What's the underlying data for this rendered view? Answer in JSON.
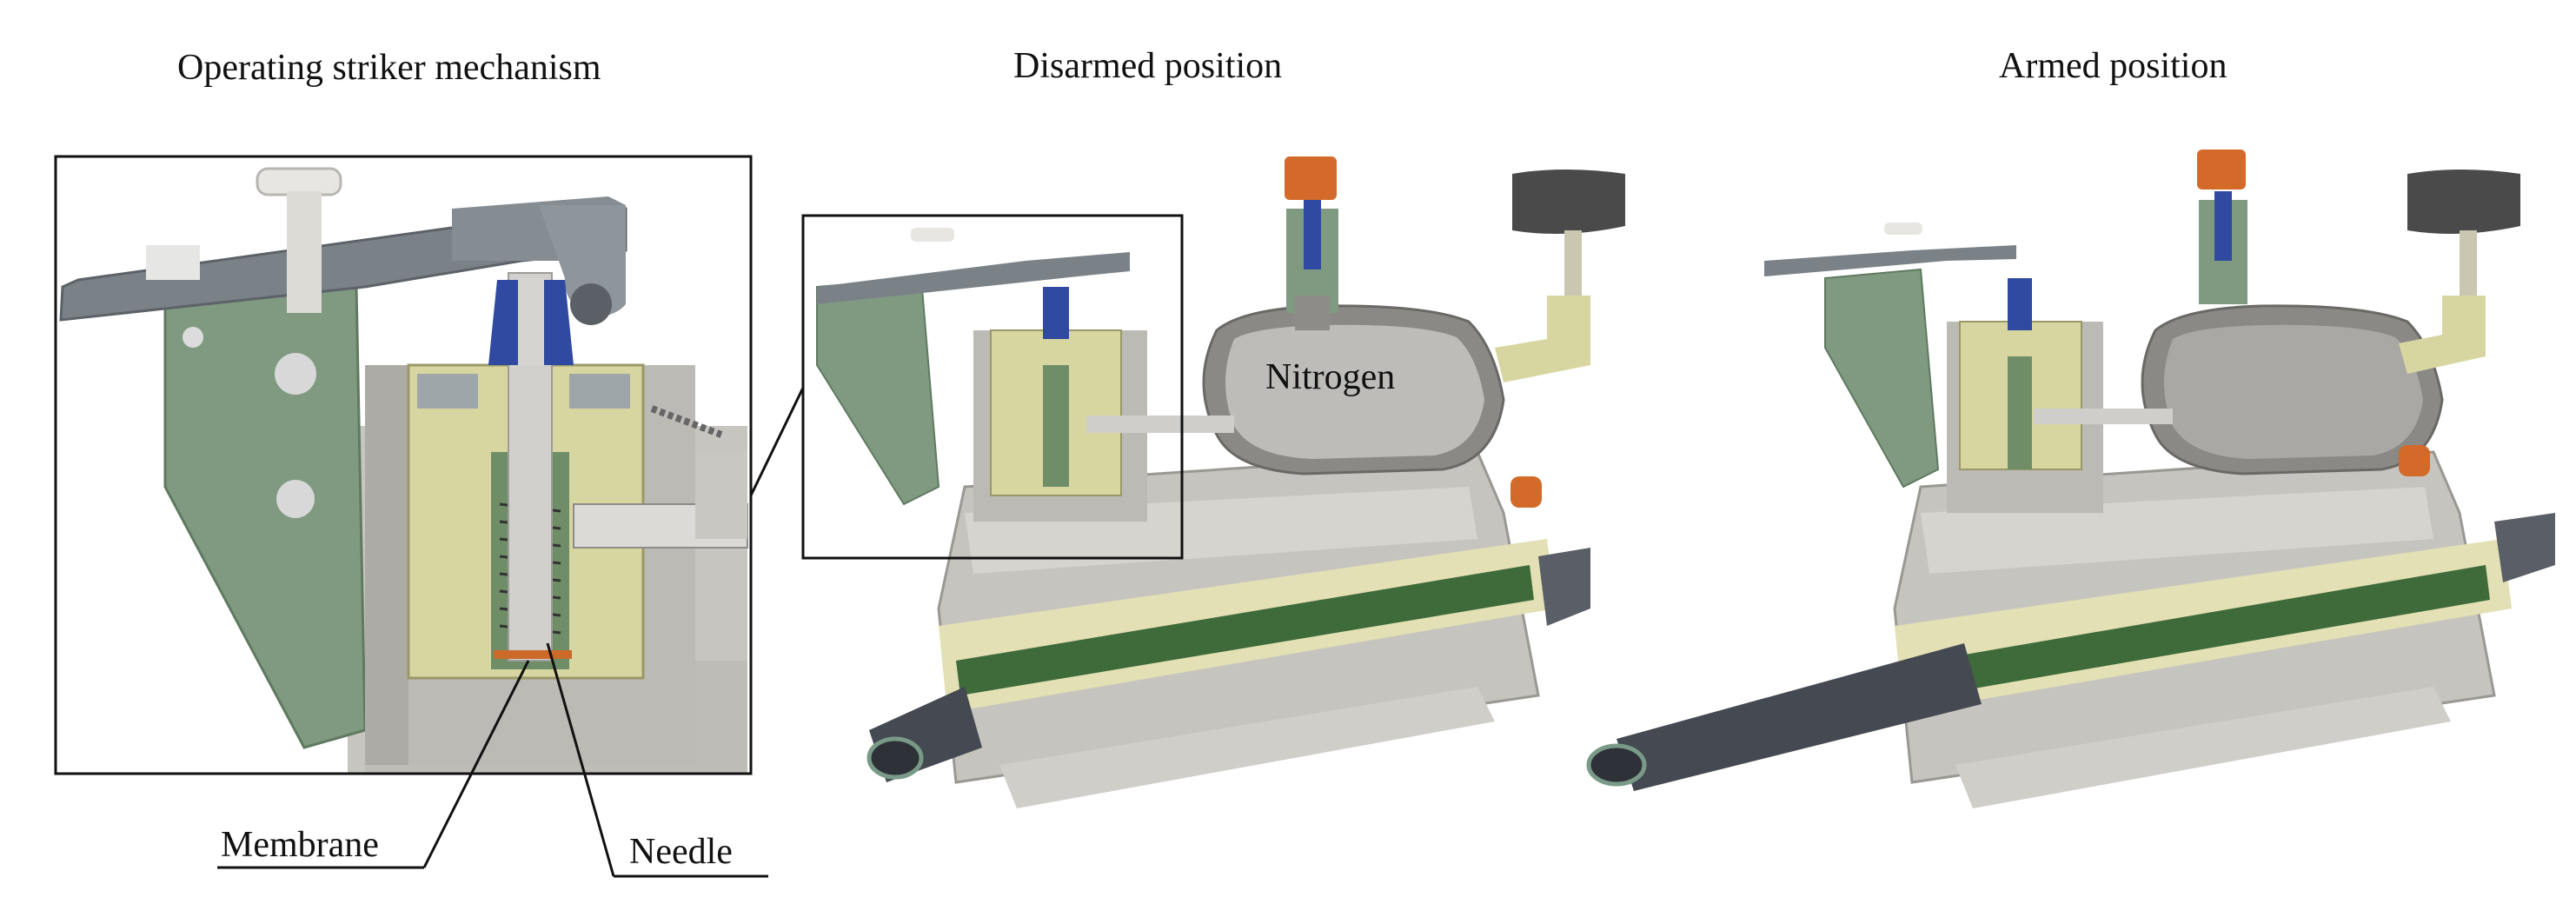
{
  "captions": {
    "striker": "Operating striker mechanism",
    "disarmed": "Disarmed position",
    "armed": "Armed position"
  },
  "labels": {
    "membrane": "Membrane",
    "needle": "Needle",
    "nitrogen": "Nitrogen"
  },
  "colors": {
    "body_grey": "#b9b7b2",
    "body_light": "#d9d7d1",
    "bracket_green": "#7f9a80",
    "cylinder_cream": "#d8d6a0",
    "rod_green": "#3f6a3a",
    "rod_dark": "#454a52",
    "valve_blue": "#2f4aa0",
    "cap_orange": "#d46a2a",
    "gauge_dark": "#4a4a4a",
    "tank_grey": "#8a8986"
  }
}
